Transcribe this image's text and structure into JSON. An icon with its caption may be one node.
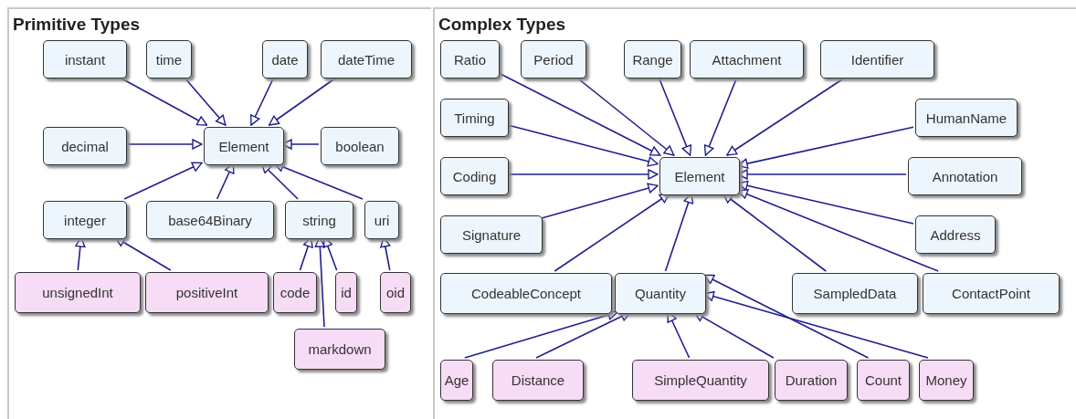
{
  "diagram": {
    "nodes": [
      {
        "text": [
          "Primitive Types"
        ]
      },
      {
        "text": [
          "instant"
        ],
        "in": 0
      },
      {
        "text": [
          "time"
        ],
        "in": 0
      },
      {
        "text": [
          "date"
        ],
        "in": 0
      },
      {
        "text": [
          "dateTime"
        ],
        "in": 0
      },
      {
        "text": [
          "decimal"
        ],
        "in": 0
      },
      {
        "text": [
          "Element"
        ],
        "in": 0
      },
      {
        "text": [
          "boolean"
        ],
        "in": 0
      },
      {
        "text": [
          "integer"
        ],
        "in": 0
      },
      {
        "text": [
          "base64Binary"
        ],
        "in": 0
      },
      {
        "text": [
          "string"
        ],
        "in": 0
      },
      {
        "text": [
          "uri"
        ],
        "in": 0
      },
      {
        "text": [
          "unsignedInt"
        ],
        "in": 0
      },
      {
        "text": [
          "positiveInt"
        ],
        "in": 0
      },
      {
        "text": [
          "code"
        ],
        "in": 0
      },
      {
        "text": [
          "id"
        ],
        "in": 0
      },
      {
        "text": [
          "oid"
        ],
        "in": 0
      },
      {
        "text": [
          "markdown"
        ],
        "in": 0
      },
      {
        "text": [
          "Complex Types"
        ]
      },
      {
        "text": [
          "Ratio"
        ],
        "in": 18
      },
      {
        "text": [
          "Period"
        ],
        "in": 18
      },
      {
        "text": [
          "Range"
        ],
        "in": 18
      },
      {
        "text": [
          "Attachment"
        ],
        "in": 18
      },
      {
        "text": [
          "Identifier"
        ],
        "in": 18
      },
      {
        "text": [
          "Timing"
        ],
        "in": 18
      },
      {
        "text": [
          "HumanName"
        ],
        "in": 18
      },
      {
        "text": [
          "Coding"
        ],
        "in": 18
      },
      {
        "text": [
          "Element"
        ],
        "in": 18
      },
      {
        "text": [
          "Annotation"
        ],
        "in": 18
      },
      {
        "text": [
          "Signature"
        ],
        "in": 18
      },
      {
        "text": [
          "Address"
        ],
        "in": 18
      },
      {
        "text": [
          "CodeableConcept"
        ],
        "in": 18
      },
      {
        "text": [
          "Quantity"
        ],
        "in": 18
      },
      {
        "text": [
          "SampledData"
        ],
        "in": 18
      },
      {
        "text": [
          "ContactPoint"
        ],
        "in": 18
      },
      {
        "text": [
          "Age"
        ],
        "in": 18
      },
      {
        "text": [
          "Distance"
        ],
        "in": 18
      },
      {
        "text": [
          "SimpleQuantity"
        ],
        "in": 18
      },
      {
        "text": [
          "Duration"
        ],
        "in": 18
      },
      {
        "text": [
          "Count"
        ],
        "in": 18
      },
      {
        "text": [
          "Money"
        ],
        "in": 18
      }
    ],
    "edges": [
      {
        "from": 1,
        "to": 6,
        "arrow": "to"
      },
      {
        "from": 2,
        "to": 6,
        "arrow": "to"
      },
      {
        "from": 3,
        "to": 6,
        "arrow": "to"
      },
      {
        "from": 4,
        "to": 6,
        "arrow": "to"
      },
      {
        "from": 5,
        "to": 6,
        "arrow": "to"
      },
      {
        "from": 7,
        "to": 6,
        "arrow": "to"
      },
      {
        "from": 8,
        "to": 6,
        "arrow": "to"
      },
      {
        "from": 9,
        "to": 6,
        "arrow": "to"
      },
      {
        "from": 10,
        "to": 6,
        "arrow": "to"
      },
      {
        "from": 11,
        "to": 6,
        "arrow": "to"
      },
      {
        "from": 12,
        "to": 8,
        "arrow": "to"
      },
      {
        "from": 13,
        "to": 8,
        "arrow": "to"
      },
      {
        "from": 14,
        "to": 10,
        "arrow": "to"
      },
      {
        "from": 15,
        "to": 10,
        "arrow": "to"
      },
      {
        "from": 17,
        "to": 10,
        "arrow": "to"
      },
      {
        "from": 16,
        "to": 11,
        "arrow": "to"
      },
      {
        "from": 19,
        "to": 27,
        "arrow": "to"
      },
      {
        "from": 20,
        "to": 27,
        "arrow": "to"
      },
      {
        "from": 21,
        "to": 27,
        "arrow": "to"
      },
      {
        "from": 22,
        "to": 27,
        "arrow": "to"
      },
      {
        "from": 23,
        "to": 27,
        "arrow": "to"
      },
      {
        "from": 24,
        "to": 27,
        "arrow": "to"
      },
      {
        "from": 25,
        "to": 27,
        "arrow": "to"
      },
      {
        "from": 26,
        "to": 27,
        "arrow": "to"
      },
      {
        "from": 28,
        "to": 27,
        "arrow": "to"
      },
      {
        "from": 29,
        "to": 27,
        "arrow": "to"
      },
      {
        "from": 30,
        "to": 27,
        "arrow": "to"
      },
      {
        "from": 31,
        "to": 27,
        "arrow": "to"
      },
      {
        "from": 32,
        "to": 27,
        "arrow": "to"
      },
      {
        "from": 33,
        "to": 27,
        "arrow": "to"
      },
      {
        "from": 34,
        "to": 27,
        "arrow": "to"
      },
      {
        "from": 35,
        "to": 32,
        "arrow": "to"
      },
      {
        "from": 36,
        "to": 32,
        "arrow": "to"
      },
      {
        "from": 37,
        "to": 32,
        "arrow": "to"
      },
      {
        "from": 38,
        "to": 32,
        "arrow": "to"
      },
      {
        "from": 39,
        "to": 32,
        "arrow": "to"
      },
      {
        "from": 40,
        "to": 32,
        "arrow": "to"
      }
    ]
  }
}
